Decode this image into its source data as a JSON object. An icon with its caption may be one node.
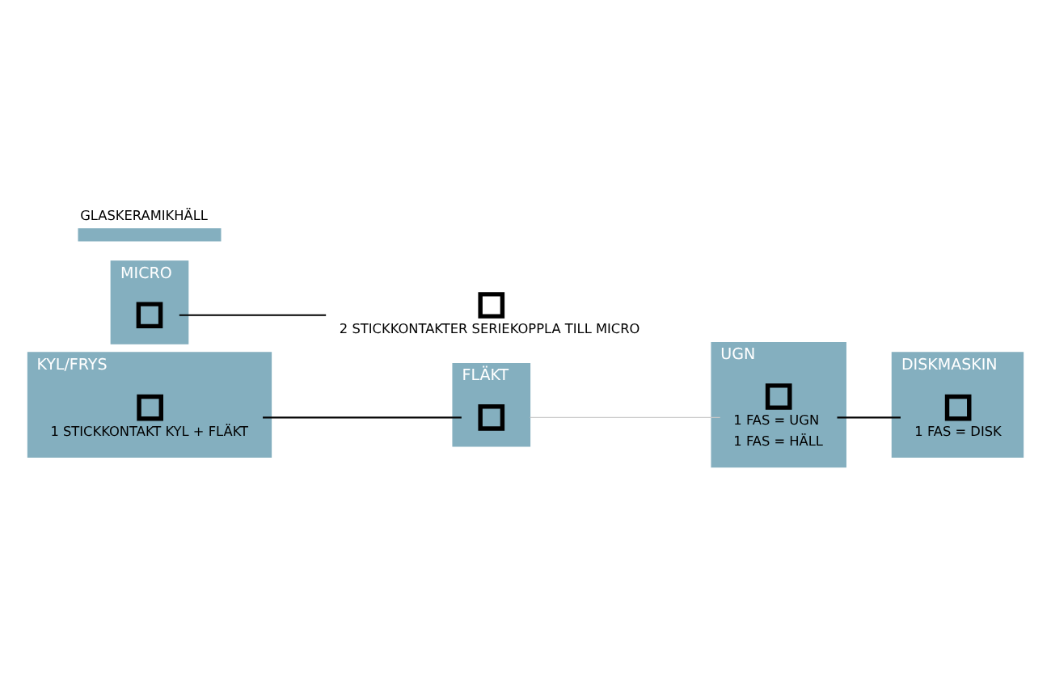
{
  "diagram": {
    "nodes": [
      {
        "text": [
          "KYL/FRYS"
        ]
      },
      {
        "text": [],
        "shape": "box",
        "in": 0,
        "beside": [
          "1 STICKKONTAKT KYL + FLÄKT"
        ]
      },
      {
        "text": [
          "FLÄKT"
        ]
      },
      {
        "text": [],
        "shape": "box",
        "in": 2
      },
      {
        "text": [
          "MICRO"
        ]
      },
      {
        "text": [],
        "shape": "box",
        "in": 4
      },
      {
        "text": [],
        "shape": "box",
        "beside": [
          "2 STICKKONTAKTER SERIEKOPPLA TILL MICRO"
        ]
      },
      {
        "text": [
          "GLASKERAMIKHÄLL"
        ]
      },
      {
        "text": [
          "UGN"
        ]
      },
      {
        "text": [],
        "shape": "box",
        "in": 8,
        "beside": [
          "1 FAS = UGN",
          "1 FAS = HÄLL"
        ]
      },
      {
        "text": [
          "DISKMASKIN"
        ]
      },
      {
        "text": [],
        "shape": "box",
        "in": 10,
        "beside": [
          "1 FAS = DISK"
        ]
      }
    ],
    "edges": [
      {
        "from": 1,
        "to": 3,
        "arrow": "none"
      },
      {
        "from": 5,
        "to": 6,
        "arrow": "none"
      },
      {
        "from": 2,
        "to": 9,
        "arrow": "none",
        "color": "#c8c8c8"
      },
      {
        "from": 9,
        "to": 11,
        "arrow": "none"
      }
    ]
  }
}
